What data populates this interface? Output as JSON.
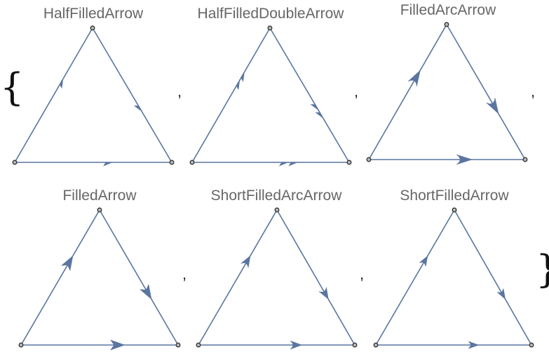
{
  "open_brace": "{",
  "close_brace": "}",
  "separator": ",",
  "edge_color": "#5a75a0",
  "vertex_fill": "#b8b8b8",
  "vertex_stroke": "#333333",
  "panels": [
    {
      "title": "HalfFilledArrow",
      "arrow_icon": "half-filled-arrow-icon"
    },
    {
      "title": "HalfFilledDoubleArrow",
      "arrow_icon": "half-filled-double-arrow-icon"
    },
    {
      "title": "FilledArcArrow",
      "arrow_icon": "filled-arc-arrow-icon"
    },
    {
      "title": "FilledArrow",
      "arrow_icon": "filled-arrow-icon"
    },
    {
      "title": "ShortFilledArcArrow",
      "arrow_icon": "short-filled-arc-arrow-icon"
    },
    {
      "title": "ShortFilledArrow",
      "arrow_icon": "short-filled-arrow-icon"
    }
  ]
}
